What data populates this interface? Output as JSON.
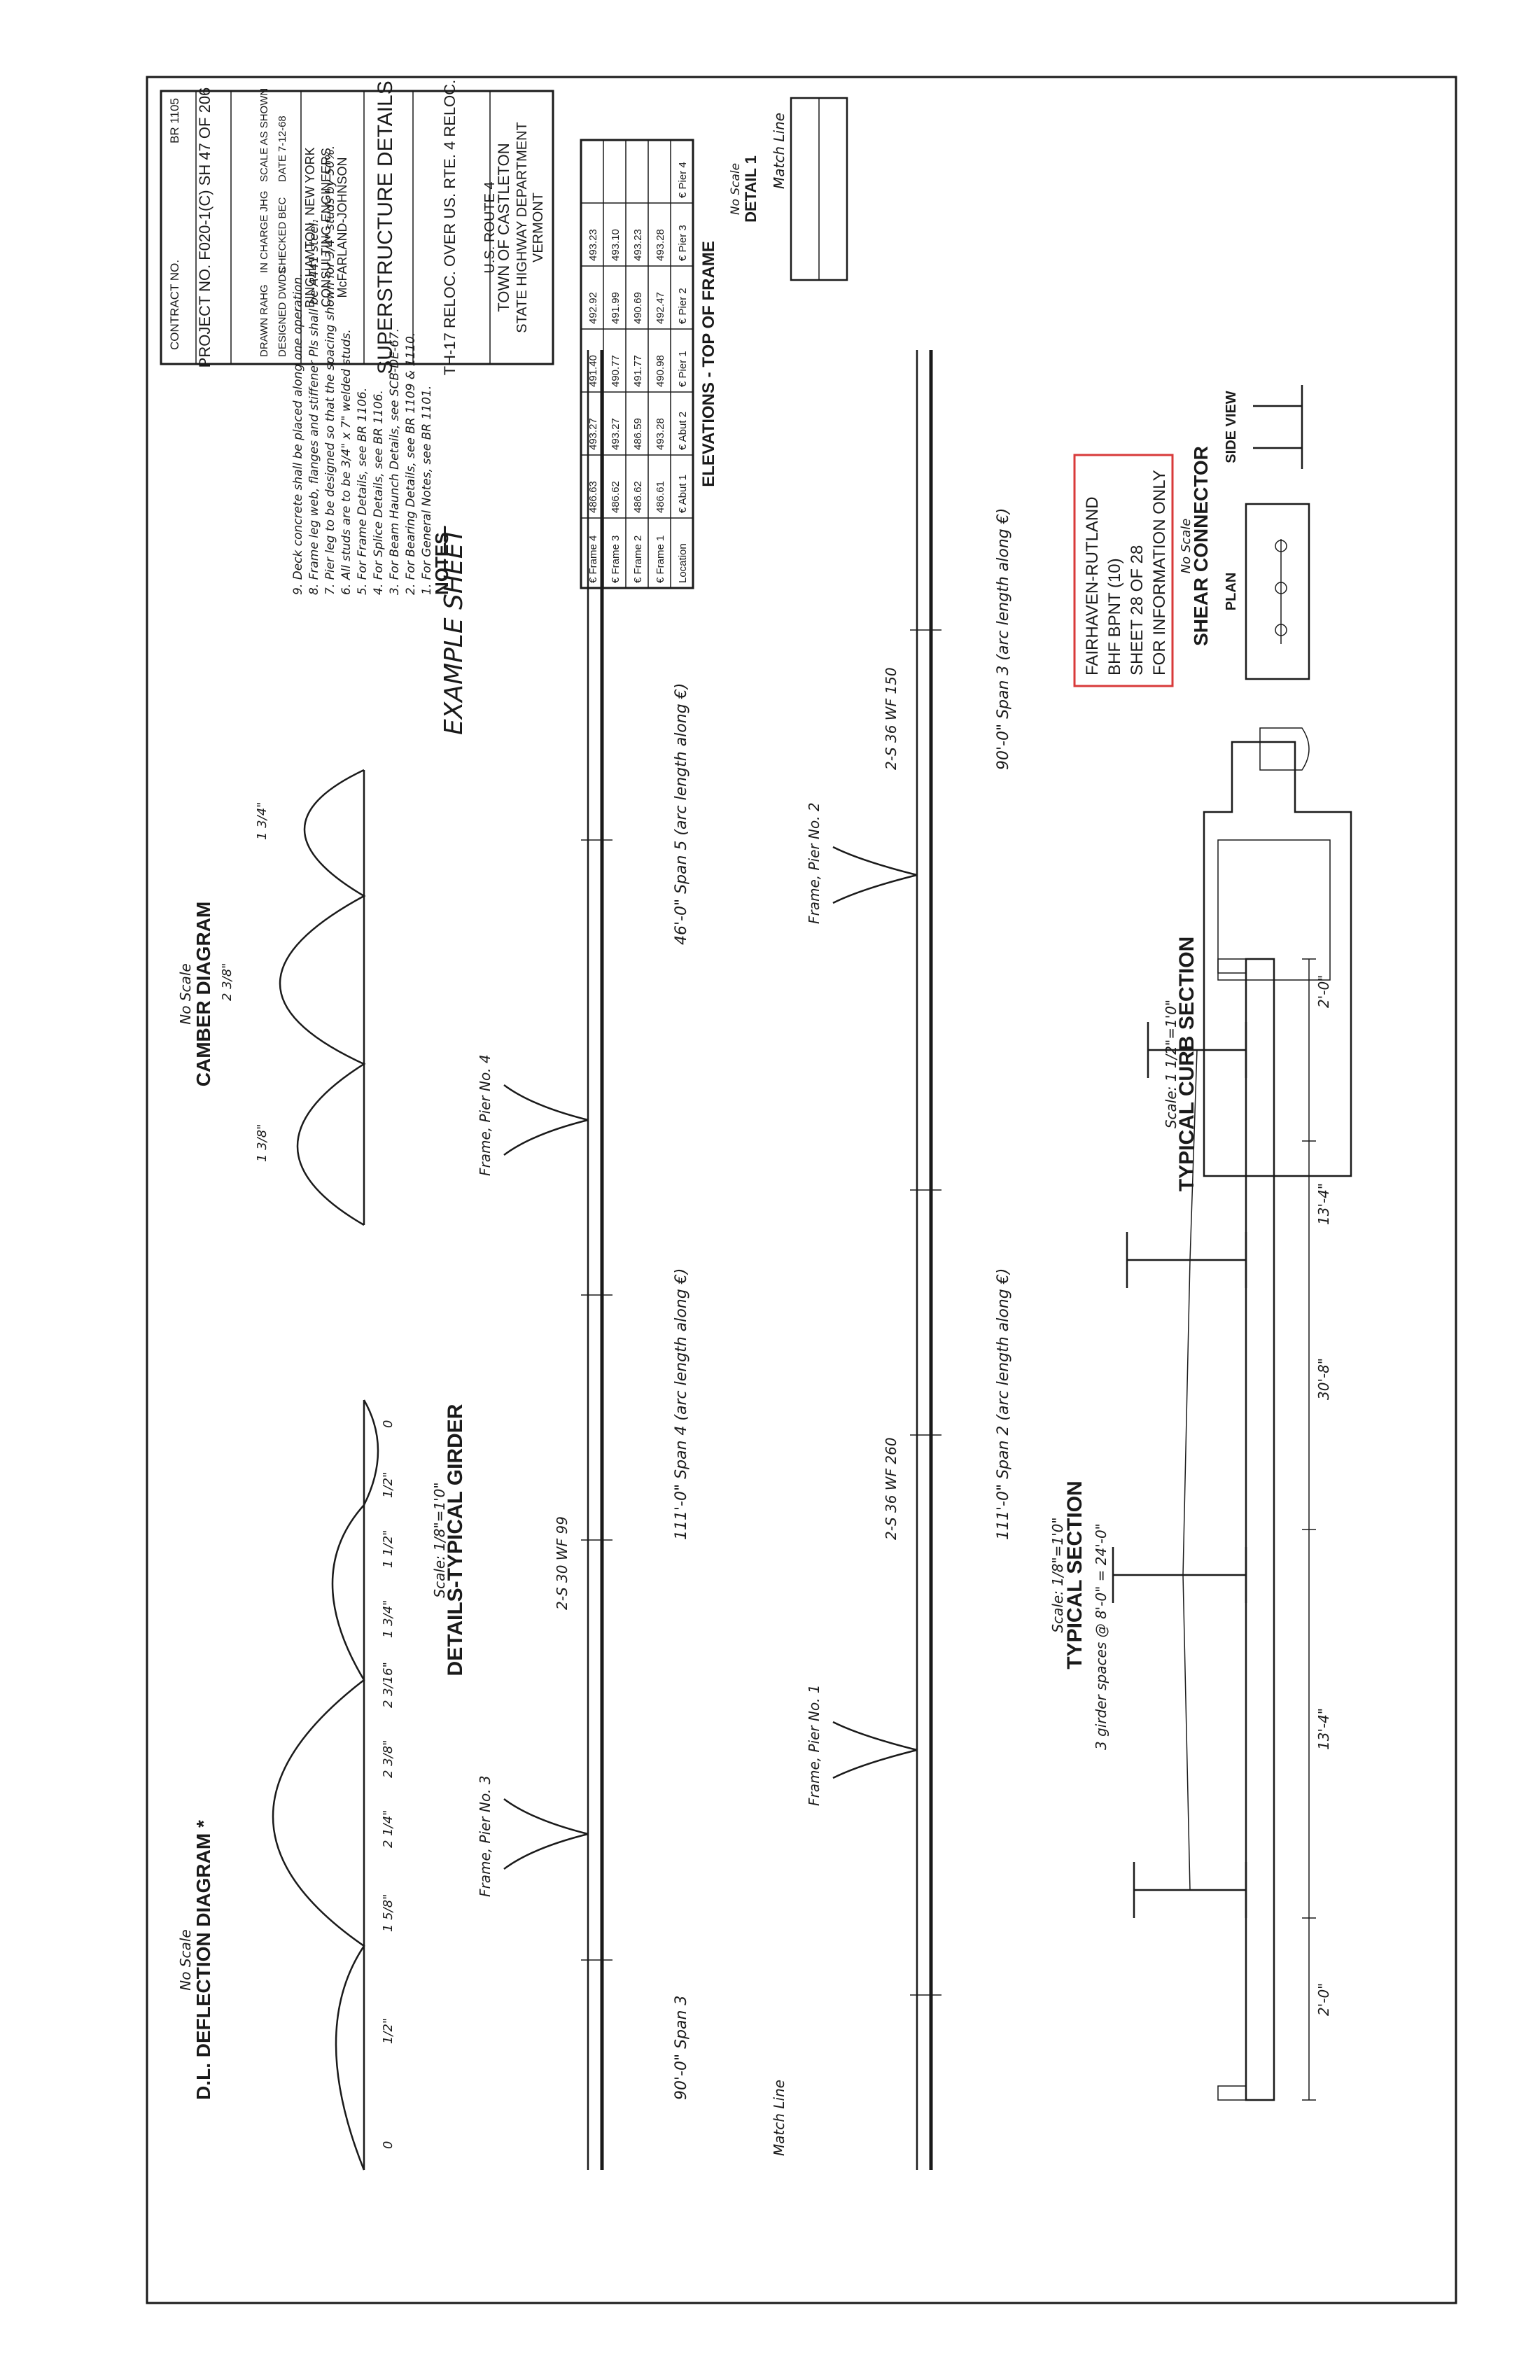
{
  "stamp": {
    "lines": [
      "FAIRHAVEN-RUTLAND",
      "BHF BPNT (10)",
      "SHEET 28 OF 28",
      "FOR INFORMATION ONLY"
    ]
  },
  "title_block": {
    "state": "VERMONT",
    "department": "STATE HIGHWAY DEPARTMENT",
    "town": "TOWN OF CASTLETON",
    "route": "U.S. ROUTE 4",
    "project_desc": "TH-17 RELOC. OVER US. RTE. 4 RELOC.",
    "sheet_title": "SUPERSTRUCTURE DETAILS",
    "firm": "McFARLAND-JOHNSON",
    "firm_sub": "CONSULTING ENGINEERS",
    "city": "BINGHAMTON, NEW YORK",
    "designed": "DESIGNED DWDS",
    "checked": "CHECKED BEC",
    "date": "DATE 7-12-68",
    "drawn": "DRAWN RAHG",
    "in_charge": "IN CHARGE JHG",
    "scale": "SCALE AS SHOWN",
    "project_no": "PROJECT NO. F020-1(C) SH 47 OF 206",
    "contract": "CONTRACT NO.",
    "br": "BR 1105"
  },
  "headings": {
    "typical_section": "TYPICAL SECTION",
    "typical_section_scale": "Scale: 1/8\"=1'0\"",
    "typical_curb": "TYPICAL CURB SECTION",
    "typical_curb_scale": "Scale: 1 1/2\"=1'0\"",
    "shear_connector": "SHEAR CONNECTOR",
    "no_scale": "No Scale",
    "plan": "PLAN",
    "side_view": "SIDE VIEW",
    "details_girder": "DETAILS-TYPICAL GIRDER",
    "details_girder_scale": "Scale: 1/8\"=1'0\"",
    "dl_deflection": "D.L. DEFLECTION DIAGRAM *",
    "camber": "CAMBER DIAGRAM",
    "notes": "NOTES",
    "elevations": "ELEVATIONS - TOP OF FRAME",
    "detail1": "DETAIL 1",
    "example": "EXAMPLE SHEET"
  },
  "notes_list": [
    "1. For General Notes, see BR 1101.",
    "2. For Bearing Details, see BR 1109 & 1110.",
    "3. For Beam Haunch Details, see SCB-DE-67.",
    "4. For Splice Details, see BR 1106.",
    "5. For Frame Details, see BR 1106.",
    "6. All studs are to be 3/4\" x 7\" welded studs.",
    "7. Pier leg to be designed so that the spacing shown for 3/4\" studs by 50%.",
    "8. Frame leg web, flanges and stiffener Pls shall be A441 steel.",
    "9. Deck concrete shall be placed along one operation."
  ],
  "elevations_table": {
    "headers": [
      "Location",
      "€ Abut 1",
      "€ Abut 2",
      "€ Pier 1",
      "€ Pier 2",
      "€ Pier 3",
      "€ Pier 4"
    ],
    "rows": [
      [
        "€ Frame 1",
        "486.61",
        "493.28",
        "490.98",
        "492.47",
        "493.28",
        ""
      ],
      [
        "€ Frame 2",
        "486.62",
        "486.59",
        "491.77",
        "490.69",
        "493.23",
        ""
      ],
      [
        "€ Frame 3",
        "486.62",
        "493.27",
        "490.77",
        "491.99",
        "493.10",
        ""
      ],
      [
        "€ Frame 4",
        "486.63",
        "493.27",
        "491.40",
        "492.92",
        "493.23",
        ""
      ]
    ]
  },
  "typical_section_dims": [
    "2'-0\"",
    "13'-4\"",
    "30'-8\"",
    "13'-4\"",
    "2'-0\"",
    "3 girder spaces @ 8'-0\" = 24'-0\""
  ],
  "girder_labels": {
    "span1": "90'-0\" Span 3",
    "span_a": "111'-0\" Span 4 (arc length along €)",
    "span_b": "111'-0\" Span 2 (arc length along €)",
    "span_c": "46'-0\" Span 5 (arc length along €)",
    "span_d": "90'-0\" Span 3 (arc length along €)",
    "beam1": "2-S 36 WF 260",
    "beam2": "2-S 36 WF 150",
    "beam3": "2-S 30 WF 99",
    "frame1": "Frame, Pier No. 1",
    "frame2": "Frame, Pier No. 2",
    "frame3": "Frame, Pier No. 3",
    "frame4": "Frame, Pier No. 4",
    "match_line": "Match Line"
  },
  "dl_values": [
    "0",
    "1/2\"",
    "1 5/8\"",
    "2 1/4\"",
    "2 3/8\"",
    "2 3/16\"",
    "1 3/4\"",
    "1 1/2\"",
    "1/2\"",
    "0"
  ],
  "camber_values": [
    "1 3/8\"",
    "2 3/8\"",
    "1 3/4\""
  ]
}
